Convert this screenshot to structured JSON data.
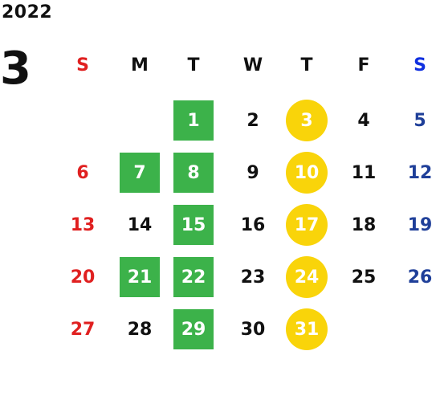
{
  "calendar": {
    "year": "2022",
    "month": "3",
    "weekdays": [
      "S",
      "M",
      "T",
      "W",
      "T",
      "F",
      "S"
    ],
    "weeks": [
      [
        null,
        null,
        "1",
        "2",
        "3",
        "4",
        "5"
      ],
      [
        "6",
        "7",
        "8",
        "9",
        "10",
        "11",
        "12"
      ],
      [
        "13",
        "14",
        "15",
        "16",
        "17",
        "18",
        "19"
      ],
      [
        "20",
        "21",
        "22",
        "23",
        "24",
        "25",
        "26"
      ],
      [
        "27",
        "28",
        "29",
        "30",
        "31",
        null,
        null
      ]
    ],
    "highlights": {
      "green": [
        "1",
        "7",
        "8",
        "15",
        "21",
        "22",
        "29"
      ],
      "yellow": [
        "3",
        "10",
        "17",
        "24",
        "31"
      ]
    },
    "colors": {
      "sunday": "#e02020",
      "saturday": "#1f3f99",
      "green": "#3cb24a",
      "yellow": "#f9d40a"
    }
  }
}
